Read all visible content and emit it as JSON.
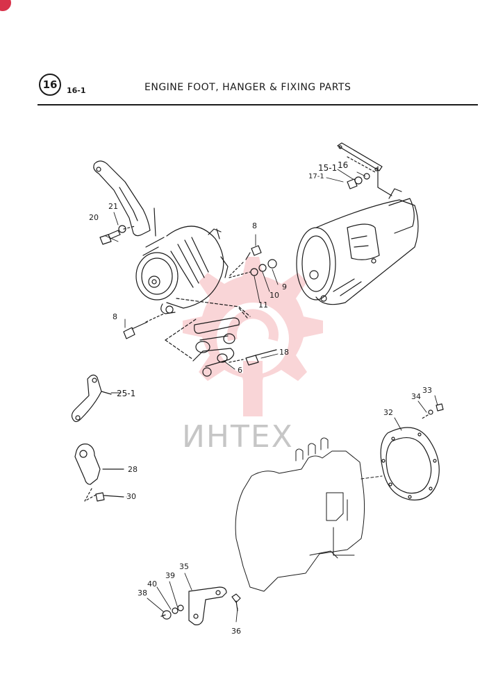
{
  "header": {
    "section_number": "16",
    "subsection": "16-1",
    "title": "ENGINE FOOT, HANGER & FIXING PARTS"
  },
  "watermark": {
    "text": "ИНТЕХ",
    "color": "#e8464f"
  },
  "accent": {
    "corner_dot_color": "#d8324a"
  },
  "callouts": {
    "c8a": "8",
    "c8b": "8",
    "c9": "9",
    "c10": "10",
    "c11": "11",
    "c6": "6",
    "c18": "18",
    "c20": "20",
    "c21": "21",
    "c15_1": "15-1",
    "c16": "16",
    "c17_1": "17-1",
    "c25_1": "25-1",
    "c28": "28",
    "c30": "30",
    "c32": "32",
    "c33": "33",
    "c34": "34",
    "c35": "35",
    "c36": "36",
    "c38": "38",
    "c39": "39",
    "c40": "40"
  }
}
